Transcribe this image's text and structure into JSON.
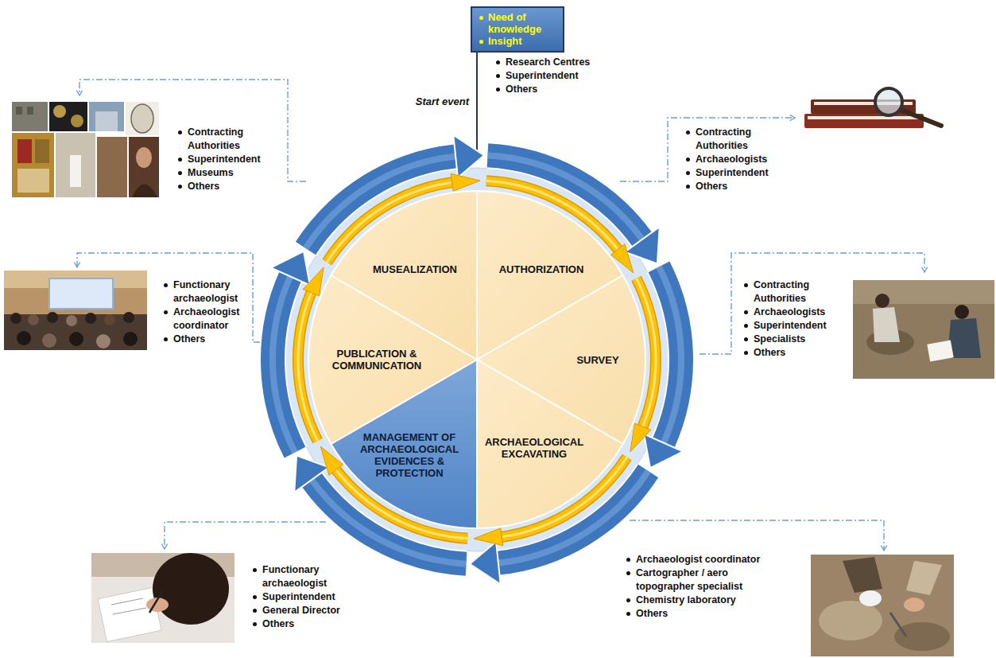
{
  "diagram": {
    "nodes": [
      {
        "text": [
          "Need of knowledge",
          "Insight"
        ]
      },
      {
        "text": [
          "AUTHORIZATION"
        ]
      },
      {
        "text": [
          "SURVEY"
        ]
      },
      {
        "text": [
          "ARCHAEOLOGICAL EXCAVATING"
        ]
      },
      {
        "text": [
          "MANAGEMENT OF ARCHAEOLOGICAL EVIDENCES & PROTECTION"
        ]
      },
      {
        "text": [
          "PUBLICATION & COMMUNICATION"
        ]
      },
      {
        "text": [
          "MUSEALIZATION"
        ]
      }
    ],
    "edges": [
      {
        "from": 1,
        "to": 2,
        "arrow": "to"
      },
      {
        "from": 2,
        "to": 3,
        "arrow": "to"
      },
      {
        "from": 3,
        "to": 4,
        "arrow": "to"
      },
      {
        "from": 4,
        "to": 5,
        "arrow": "to"
      },
      {
        "from": 5,
        "to": 6,
        "arrow": "to"
      },
      {
        "from": 6,
        "to": 1,
        "arrow": "to"
      }
    ],
    "labels": [
      "Start event",
      "Research Centres",
      "Superintendent",
      "Others",
      "Contracting Authorities",
      "Superintendent",
      "Museums",
      "Others",
      "Contracting Authorities",
      "Archaeologists",
      "Superintendent",
      "Others",
      "Functionary archaeologist",
      "Archaeologist coordinator",
      "Others",
      "Contracting Authorities",
      "Archaeologists",
      "Superintendent",
      "Specialists",
      "Others",
      "Functionary archaeologist",
      "Superintendent",
      "General Director",
      "Others",
      "Archaeologist coordinator",
      "Cartographer / aero topographer specialist",
      "Chemistry laboratory",
      "Others"
    ]
  }
}
